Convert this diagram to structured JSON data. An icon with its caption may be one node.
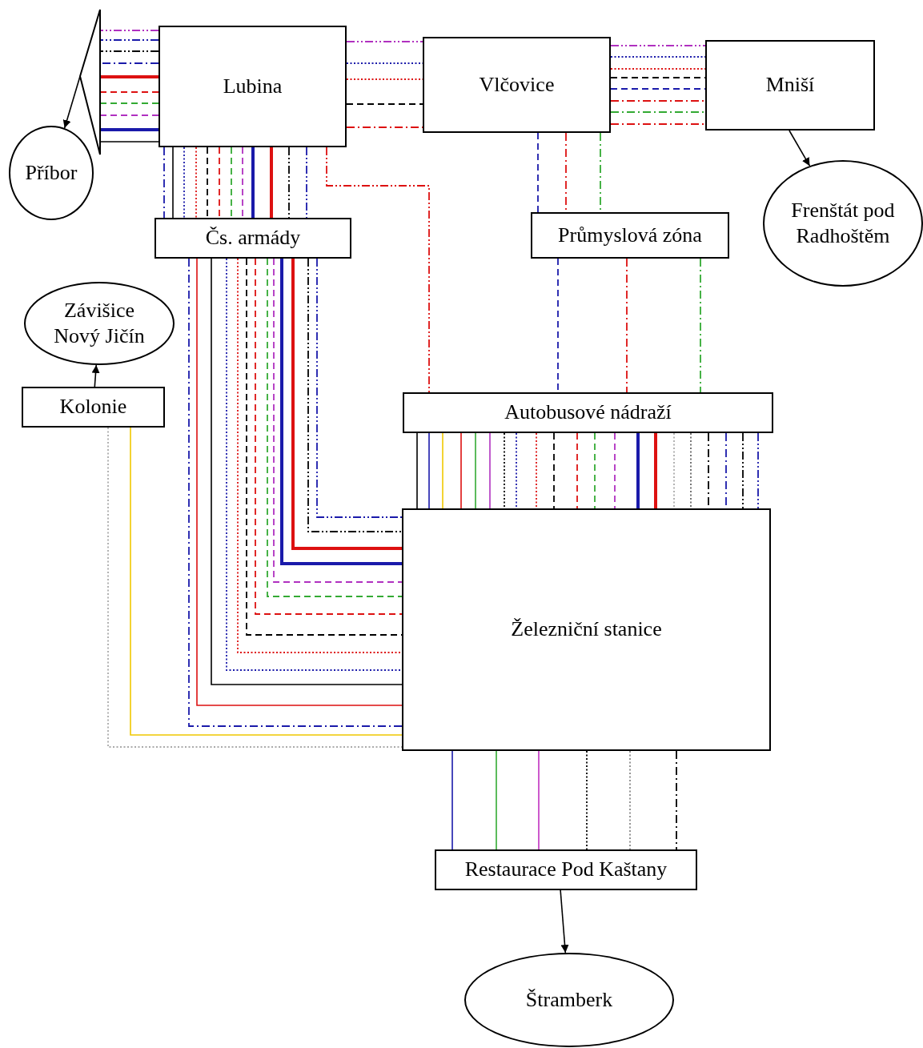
{
  "diagram": {
    "nodes": [
      {
        "text": [],
        "shape": "triangle"
      },
      {
        "text": [
          "Lubina"
        ]
      },
      {
        "text": [
          "Vlčovice"
        ]
      },
      {
        "text": [
          "Mniší"
        ]
      },
      {
        "text": [
          "Příbor"
        ]
      },
      {
        "text": [
          "Frenštát pod Radhoštěm"
        ]
      },
      {
        "text": [
          "Čs. armády"
        ]
      },
      {
        "text": [
          "Průmyslová zóna"
        ]
      },
      {
        "text": [
          "Závišice Nový Jičín"
        ]
      },
      {
        "text": [
          "Kolonie"
        ]
      },
      {
        "text": [
          "Autobusové nádraží"
        ]
      },
      {
        "text": [
          "Železniční stanice"
        ]
      },
      {
        "text": [
          "Restaurace Pod Kaštany"
        ]
      },
      {
        "text": [
          "Štramberk"
        ]
      }
    ],
    "edges": [
      {
        "from": 1,
        "to": 0,
        "arrow": "none",
        "style": "dashed",
        "color": "#b030c0"
      },
      {
        "from": 1,
        "to": 0,
        "arrow": "none",
        "style": "dashed",
        "color": "#1a1aaa"
      },
      {
        "from": 1,
        "to": 0,
        "arrow": "none",
        "style": "dashed",
        "color": "#000000"
      },
      {
        "from": 1,
        "to": 0,
        "arrow": "none",
        "style": "dashed",
        "color": "#1a1aaa"
      },
      {
        "from": 1,
        "to": 0,
        "arrow": "none",
        "style": "thick",
        "color": "#dd1111"
      },
      {
        "from": 1,
        "to": 0,
        "arrow": "none",
        "style": "dashed",
        "color": "#dd1111"
      },
      {
        "from": 1,
        "to": 0,
        "arrow": "none",
        "style": "dashed",
        "color": "#33aa33"
      },
      {
        "from": 1,
        "to": 0,
        "arrow": "none",
        "style": "dashed",
        "color": "#b030c0"
      },
      {
        "from": 1,
        "to": 0,
        "arrow": "none",
        "style": "thick",
        "color": "#1a1aaa"
      },
      {
        "from": 1,
        "to": 0,
        "arrow": "none",
        "color": "#000000"
      },
      {
        "from": 0,
        "to": 4,
        "arrow": "to",
        "color": "#000000"
      },
      {
        "from": 1,
        "to": 2,
        "arrow": "none",
        "style": "dashed",
        "color": "#b030c0"
      },
      {
        "from": 1,
        "to": 2,
        "arrow": "none",
        "style": "dashed",
        "color": "#1a1aaa"
      },
      {
        "from": 1,
        "to": 2,
        "arrow": "none",
        "style": "dashed",
        "color": "#dd1111"
      },
      {
        "from": 1,
        "to": 2,
        "arrow": "none",
        "style": "dashed",
        "color": "#000000"
      },
      {
        "from": 1,
        "to": 2,
        "arrow": "none",
        "style": "dashed",
        "color": "#dd1111"
      },
      {
        "from": 2,
        "to": 3,
        "arrow": "none",
        "style": "dashed",
        "color": "#b030c0"
      },
      {
        "from": 2,
        "to": 3,
        "arrow": "none",
        "style": "dashed",
        "color": "#1a1aaa"
      },
      {
        "from": 2,
        "to": 3,
        "arrow": "none",
        "style": "dashed",
        "color": "#dd1111"
      },
      {
        "from": 2,
        "to": 3,
        "arrow": "none",
        "style": "dashed",
        "color": "#000000"
      },
      {
        "from": 2,
        "to": 3,
        "arrow": "none",
        "style": "dashed",
        "color": "#1a1aaa"
      },
      {
        "from": 2,
        "to": 3,
        "arrow": "none",
        "style": "dashed",
        "color": "#dd1111"
      },
      {
        "from": 2,
        "to": 3,
        "arrow": "none",
        "style": "dashed",
        "color": "#33aa33"
      },
      {
        "from": 2,
        "to": 3,
        "arrow": "none",
        "style": "dashed",
        "color": "#dd1111"
      },
      {
        "from": 2,
        "to": 7,
        "arrow": "none",
        "style": "dashed",
        "color": "#1a1aaa"
      },
      {
        "from": 2,
        "to": 7,
        "arrow": "none",
        "style": "dashed",
        "color": "#dd1111"
      },
      {
        "from": 2,
        "to": 7,
        "arrow": "none",
        "style": "dashed",
        "color": "#33aa33"
      },
      {
        "from": 7,
        "to": 10,
        "arrow": "none",
        "style": "dashed",
        "color": "#1a1aaa"
      },
      {
        "from": 7,
        "to": 10,
        "arrow": "none",
        "style": "dashed",
        "color": "#dd1111"
      },
      {
        "from": 7,
        "to": 10,
        "arrow": "none",
        "style": "dashed",
        "color": "#33aa33"
      },
      {
        "from": 1,
        "to": 10,
        "arrow": "none",
        "style": "dashed",
        "color": "#dd1111"
      },
      {
        "from": 3,
        "to": 5,
        "arrow": "to",
        "color": "#000000"
      },
      {
        "from": 1,
        "to": 6,
        "arrow": "none",
        "style": "dashed",
        "color": "#1a1aaa"
      },
      {
        "from": 1,
        "to": 6,
        "arrow": "none",
        "color": "#000000"
      },
      {
        "from": 1,
        "to": 6,
        "arrow": "none",
        "style": "dashed",
        "color": "#1a1aaa"
      },
      {
        "from": 1,
        "to": 6,
        "arrow": "none",
        "style": "dashed",
        "color": "#dd1111"
      },
      {
        "from": 1,
        "to": 6,
        "arrow": "none",
        "style": "dashed",
        "color": "#000000"
      },
      {
        "from": 1,
        "to": 6,
        "arrow": "none",
        "style": "dashed",
        "color": "#dd1111"
      },
      {
        "from": 1,
        "to": 6,
        "arrow": "none",
        "style": "dashed",
        "color": "#33aa33"
      },
      {
        "from": 1,
        "to": 6,
        "arrow": "none",
        "style": "dashed",
        "color": "#b030c0"
      },
      {
        "from": 1,
        "to": 6,
        "arrow": "none",
        "style": "thick",
        "color": "#1a1aaa"
      },
      {
        "from": 1,
        "to": 6,
        "arrow": "none",
        "style": "thick",
        "color": "#dd1111"
      },
      {
        "from": 1,
        "to": 6,
        "arrow": "none",
        "style": "dashed",
        "color": "#000000"
      },
      {
        "from": 1,
        "to": 6,
        "arrow": "none",
        "style": "dashed",
        "color": "#1a1aaa"
      },
      {
        "from": 6,
        "to": 11,
        "arrow": "none",
        "style": "dashed",
        "color": "#1a1aaa"
      },
      {
        "from": 6,
        "to": 11,
        "arrow": "none",
        "color": "#dd1111"
      },
      {
        "from": 6,
        "to": 11,
        "arrow": "none",
        "color": "#000000"
      },
      {
        "from": 6,
        "to": 11,
        "arrow": "none",
        "style": "dashed",
        "color": "#1a1aaa"
      },
      {
        "from": 6,
        "to": 11,
        "arrow": "none",
        "style": "dashed",
        "color": "#dd1111"
      },
      {
        "from": 6,
        "to": 11,
        "arrow": "none",
        "style": "dashed",
        "color": "#000000"
      },
      {
        "from": 6,
        "to": 11,
        "arrow": "none",
        "style": "dashed",
        "color": "#dd1111"
      },
      {
        "from": 6,
        "to": 11,
        "arrow": "none",
        "style": "dashed",
        "color": "#33aa33"
      },
      {
        "from": 6,
        "to": 11,
        "arrow": "none",
        "style": "dashed",
        "color": "#b030c0"
      },
      {
        "from": 6,
        "to": 11,
        "arrow": "none",
        "style": "thick",
        "color": "#1a1aaa"
      },
      {
        "from": 6,
        "to": 11,
        "arrow": "none",
        "style": "thick",
        "color": "#dd1111"
      },
      {
        "from": 6,
        "to": 11,
        "arrow": "none",
        "style": "dashed",
        "color": "#000000"
      },
      {
        "from": 6,
        "to": 11,
        "arrow": "none",
        "style": "dashed",
        "color": "#1a1aaa"
      },
      {
        "from": 10,
        "to": 11,
        "arrow": "none",
        "color": "#000000"
      },
      {
        "from": 10,
        "to": 11,
        "arrow": "none",
        "color": "#1a1aaa"
      },
      {
        "from": 10,
        "to": 11,
        "arrow": "none",
        "color": "#f0c800"
      },
      {
        "from": 10,
        "to": 11,
        "arrow": "none",
        "color": "#dd1111"
      },
      {
        "from": 10,
        "to": 11,
        "arrow": "none",
        "color": "#33aa33"
      },
      {
        "from": 10,
        "to": 11,
        "arrow": "none",
        "color": "#b030c0"
      },
      {
        "from": 10,
        "to": 11,
        "arrow": "none",
        "style": "dashed",
        "color": "#000000"
      },
      {
        "from": 10,
        "to": 11,
        "arrow": "none",
        "style": "dashed",
        "color": "#1a1aaa"
      },
      {
        "from": 10,
        "to": 11,
        "arrow": "none",
        "style": "dashed",
        "color": "#dd1111"
      },
      {
        "from": 10,
        "to": 11,
        "arrow": "none",
        "style": "dashed",
        "color": "#000000"
      },
      {
        "from": 10,
        "to": 11,
        "arrow": "none",
        "style": "dashed",
        "color": "#dd1111"
      },
      {
        "from": 10,
        "to": 11,
        "arrow": "none",
        "style": "dashed",
        "color": "#33aa33"
      },
      {
        "from": 10,
        "to": 11,
        "arrow": "none",
        "style": "dashed",
        "color": "#b030c0"
      },
      {
        "from": 10,
        "to": 11,
        "arrow": "none",
        "style": "thick",
        "color": "#1a1aaa"
      },
      {
        "from": 10,
        "to": 11,
        "arrow": "none",
        "style": "thick",
        "color": "#dd1111"
      },
      {
        "from": 10,
        "to": 11,
        "arrow": "none",
        "style": "dashed",
        "color": "#aaaaaa"
      },
      {
        "from": 10,
        "to": 11,
        "arrow": "none",
        "style": "dashed",
        "color": "#666666"
      },
      {
        "from": 10,
        "to": 11,
        "arrow": "none",
        "style": "dashed",
        "color": "#000000"
      },
      {
        "from": 10,
        "to": 11,
        "arrow": "none",
        "style": "dashed",
        "color": "#1a1aaa"
      },
      {
        "from": 10,
        "to": 11,
        "arrow": "none",
        "style": "dashed",
        "color": "#000000"
      },
      {
        "from": 10,
        "to": 11,
        "arrow": "none",
        "style": "dashed",
        "color": "#1a1aaa"
      },
      {
        "from": 9,
        "to": 8,
        "arrow": "to",
        "color": "#000000"
      },
      {
        "from": 9,
        "to": 11,
        "arrow": "none",
        "color": "#f0c800"
      },
      {
        "from": 9,
        "to": 11,
        "arrow": "none",
        "style": "dashed",
        "color": "#aaaaaa"
      },
      {
        "from": 11,
        "to": 12,
        "arrow": "none",
        "color": "#1a1aaa"
      },
      {
        "from": 11,
        "to": 12,
        "arrow": "none",
        "color": "#33aa33"
      },
      {
        "from": 11,
        "to": 12,
        "arrow": "none",
        "color": "#c030c0"
      },
      {
        "from": 11,
        "to": 12,
        "arrow": "none",
        "style": "dashed",
        "color": "#000000"
      },
      {
        "from": 11,
        "to": 12,
        "arrow": "none",
        "style": "dashed",
        "color": "#888888"
      },
      {
        "from": 11,
        "to": 12,
        "arrow": "none",
        "style": "dashed",
        "color": "#000000"
      },
      {
        "from": 12,
        "to": 13,
        "arrow": "to",
        "color": "#000000"
      }
    ]
  }
}
